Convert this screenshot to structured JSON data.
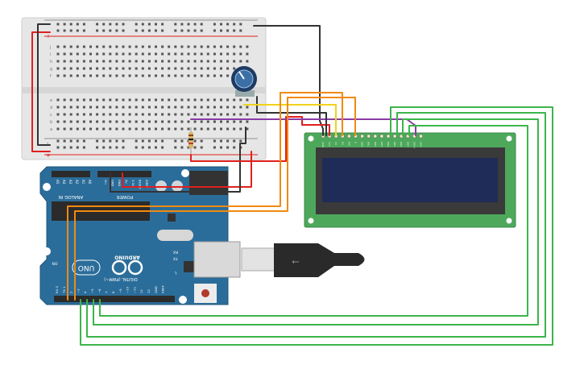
{
  "colors": {
    "breadboard": "#e6e6e6",
    "arduino": "#2b6d9a",
    "lcd_board": "#4ea85c",
    "lcd_screen": "#1f2c57",
    "wire_red": "#e0201e",
    "wire_black": "#333333",
    "wire_orange": "#f08a12",
    "wire_yellow": "#f2d21a",
    "wire_purple": "#8b3aa8",
    "wire_green": "#3cb54a"
  },
  "breadboard": {
    "rail_minus": "-",
    "rail_plus": "+",
    "row_letters_top": [
      "j",
      "i",
      "h",
      "g",
      "f"
    ],
    "row_letters_bottom": [
      "e",
      "d",
      "c",
      "b",
      "a"
    ]
  },
  "arduino": {
    "analog_label": "ANALOG IN",
    "analog_pins": [
      "A5",
      "A4",
      "A3",
      "A2",
      "A1",
      "A0"
    ],
    "power_label": "POWER",
    "power_pins": [
      "Vin",
      "GND",
      "GND",
      "5V",
      "3.3V",
      "RESET",
      "IOREF"
    ],
    "brand": "ARDUINO",
    "model": "UNO",
    "digital_label": "DIGITAL (PWM~)",
    "digital_pins": [
      "RX 0",
      "TX 1",
      "2",
      "~3",
      "4",
      "~5",
      "~6",
      "7",
      "8",
      "~9",
      "~10",
      "~11",
      "12",
      "13",
      "GND",
      "AREF"
    ],
    "leds": [
      "RX",
      "TX",
      "L",
      "ON"
    ]
  },
  "lcd": {
    "pins": [
      "GND",
      "VCC",
      "V0",
      "RS",
      "RW",
      "E",
      "DB0",
      "DB1",
      "DB2",
      "DB3",
      "DB4",
      "DB5",
      "DB6",
      "DB7",
      "LED+",
      "LED-"
    ]
  },
  "components": {
    "potentiometer": "potentiometer",
    "resistor": "resistor",
    "usb_cable": "usb-cable"
  }
}
